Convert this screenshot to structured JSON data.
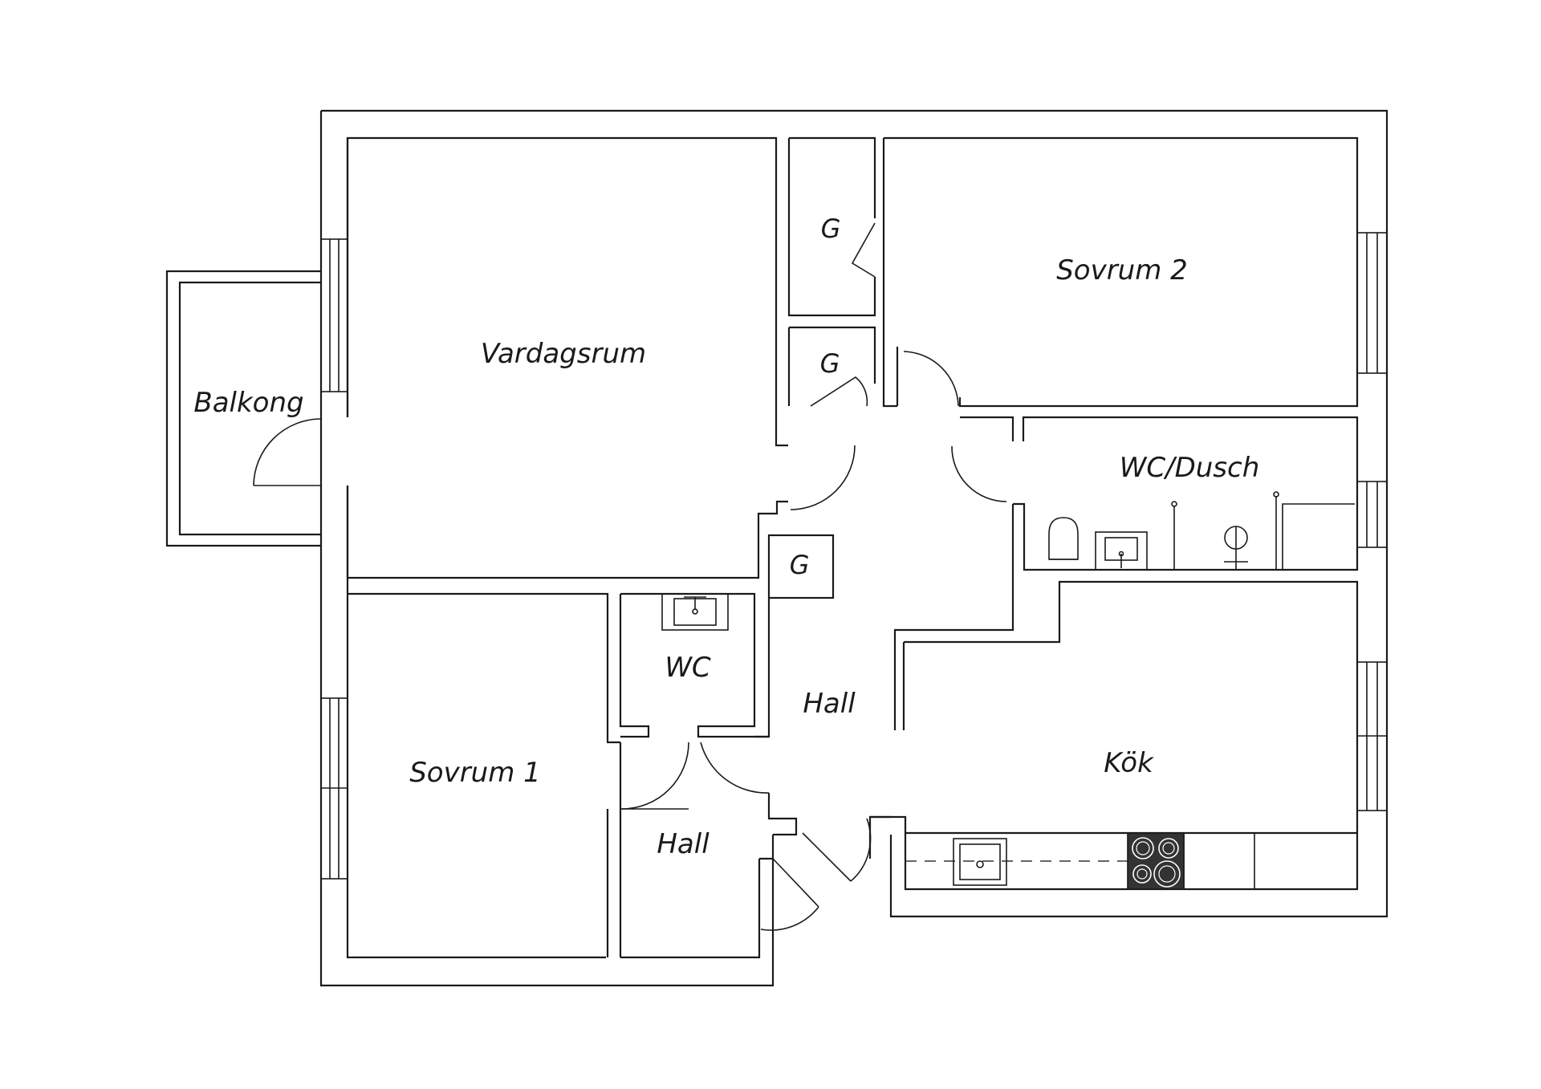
{
  "rooms": {
    "vardagsrum": "Vardagsrum",
    "sovrum2": "Sovrum 2",
    "balkong": "Balkong",
    "wc_dusch": "WC/Dusch",
    "wc": "WC",
    "hall_main": "Hall",
    "hall_entry": "Hall",
    "sovrum1": "Sovrum 1",
    "kok": "Kök"
  },
  "closets": {
    "g_top": "G",
    "g_middle": "G",
    "g_lower": "G"
  },
  "colors": {
    "line": "#1a1a1a",
    "background": "#ffffff",
    "stove": "#333333"
  }
}
